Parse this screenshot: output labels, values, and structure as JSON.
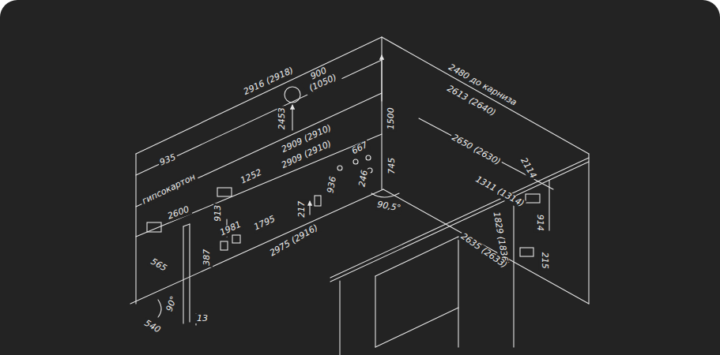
{
  "diagram": {
    "labels": [
      "2916 (2918)",
      "900 (1050)",
      "2453",
      "1500",
      "2480 до карниза",
      "2613 (2640)",
      "935",
      "гипсокартон",
      "2909 (2910)",
      "2909 (2910)",
      "667",
      "745",
      "1252",
      "936",
      "246",
      "217",
      "90,5°",
      "2650 (2630)",
      "2114",
      "1311 (1314)",
      "914",
      "2600",
      "1981",
      "1795",
      "913",
      "2975 (2916)",
      "1829 (1836)",
      "2635 (2633)",
      "565",
      "387",
      "215",
      "90°",
      "540",
      "13"
    ]
  }
}
